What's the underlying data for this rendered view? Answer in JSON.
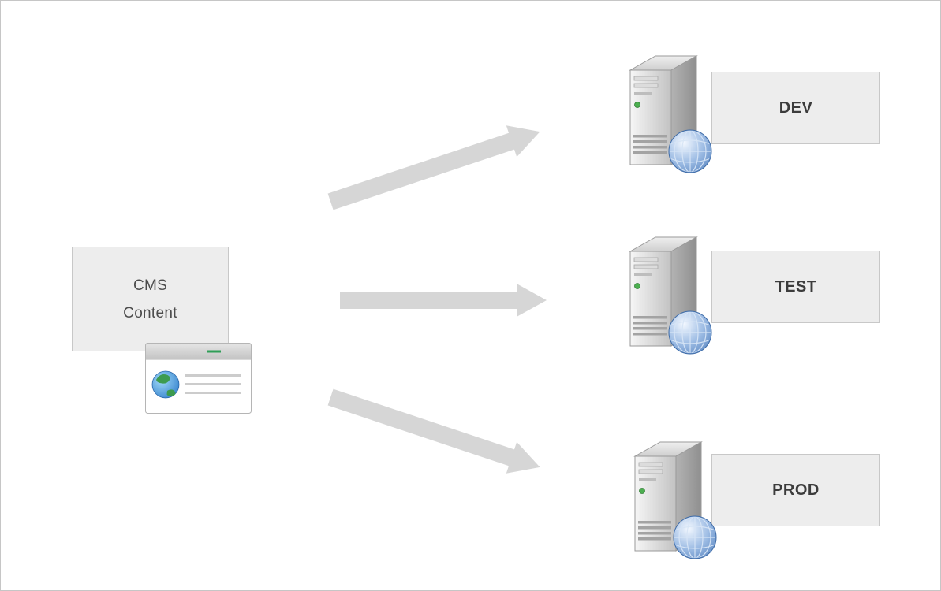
{
  "diagram": {
    "source": {
      "line1": "CMS",
      "line2": "Content",
      "icon": "browser-window-globe-icon"
    },
    "targets": [
      {
        "label": "DEV",
        "icon": "server-tower-globe-icon"
      },
      {
        "label": "TEST",
        "icon": "server-tower-globe-icon"
      },
      {
        "label": "PROD",
        "icon": "server-tower-globe-icon"
      }
    ],
    "arrows": [
      {
        "name": "cms-to-dev",
        "direction": "up-right"
      },
      {
        "name": "cms-to-test",
        "direction": "right"
      },
      {
        "name": "cms-to-prod",
        "direction": "down-right"
      }
    ],
    "colors": {
      "node_fill": "#ededed",
      "node_border": "#c8c8c8",
      "arrow_fill": "#d6d6d6",
      "text": "#4d4d4d",
      "label_text": "#3c3c3c",
      "canvas_bg": "#ffffff",
      "canvas_border": "#c6c6c6",
      "led_green": "#4caf50",
      "globe_blue": "#4a79b8"
    }
  }
}
